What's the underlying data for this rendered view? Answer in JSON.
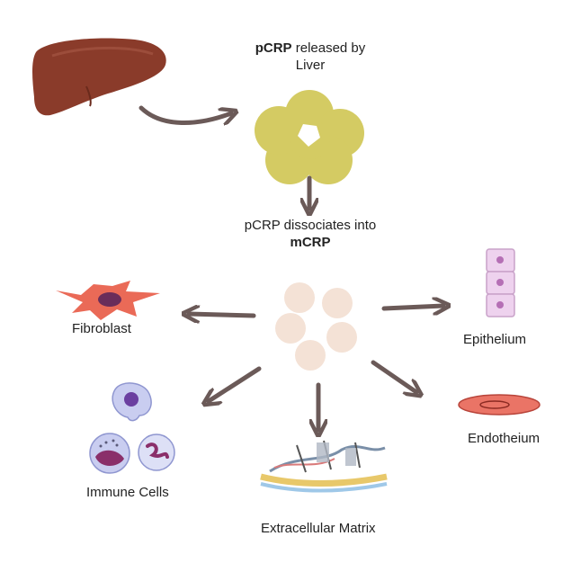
{
  "labels": {
    "pcrp_bold": "pCRP",
    "pcrp_rest": " released by",
    "pcrp_line2": "Liver",
    "dissociate_line1": "pCRP dissociates into",
    "dissociate_bold": "mCRP",
    "fibroblast": "Fibroblast",
    "epithelium": "Epithelium",
    "immune_cells": "Immune Cells",
    "endotheium": "Endotheium",
    "ecm": "Extracellular Matrix"
  },
  "colors": {
    "liver": "#8a3b2a",
    "pcrp": "#d4cb63",
    "mcrp": "#f4e2d6",
    "arrow": "#6b5a58",
    "fibroblast": "#ea6a57",
    "epithelium": "#eed2ee",
    "endothelium": "#ea7466",
    "immune": "#c9cdf0"
  }
}
